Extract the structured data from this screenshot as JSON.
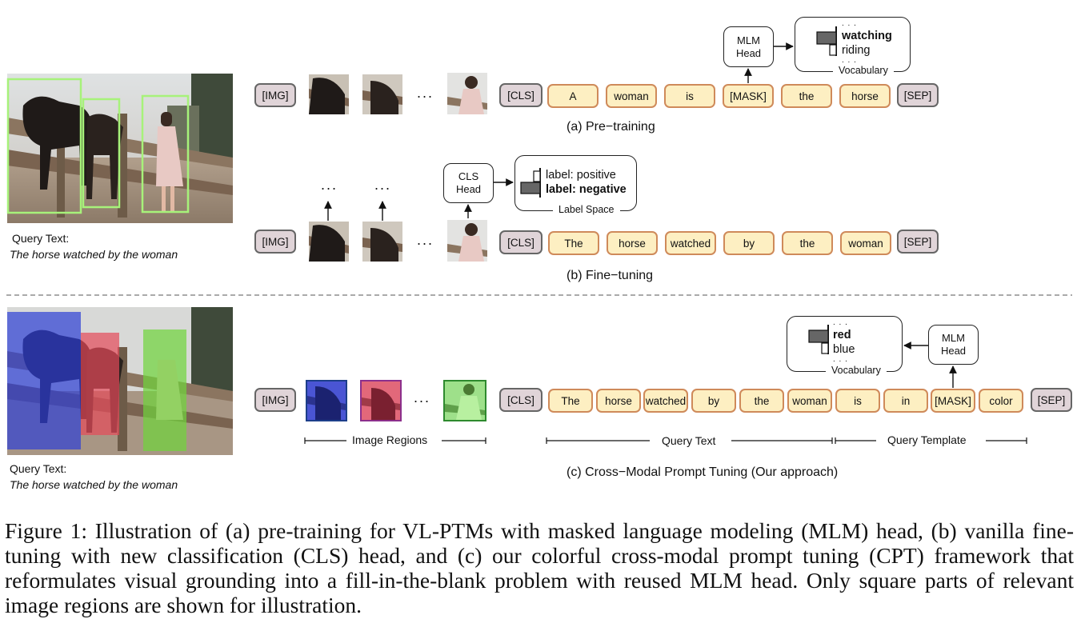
{
  "panel_a": {
    "tokens": [
      "[IMG]",
      "[CLS]",
      "A",
      "woman",
      "is",
      "[MASK]",
      "the",
      "horse",
      "[SEP]"
    ],
    "ellipsis": "...",
    "head": [
      "MLM",
      "Head"
    ],
    "vocab": {
      "words": [
        "watching",
        "riding"
      ],
      "label": "Vocabulary",
      "dots": ". . ."
    },
    "caption": "(a) Pre−training"
  },
  "panel_b": {
    "tokens": [
      "[IMG]",
      "[CLS]",
      "The",
      "horse",
      "watched",
      "by",
      "the",
      "woman",
      "[SEP]"
    ],
    "ellipsis": "...",
    "head": [
      "CLS",
      "Head"
    ],
    "labels": {
      "items": [
        "label: positive",
        "label: negative"
      ],
      "label": "Label Space"
    },
    "caption": "(b) Fine−tuning"
  },
  "panel_c": {
    "tokens": [
      "[IMG]",
      "[CLS]",
      "The",
      "horse",
      "watched",
      "by",
      "the",
      "woman",
      "is",
      "in",
      "[MASK]",
      "color",
      "[SEP]"
    ],
    "ellipsis": "...",
    "head": [
      "MLM",
      "Head"
    ],
    "vocab": {
      "words": [
        "red",
        "blue"
      ],
      "label": "Vocabulary",
      "dots": ". . ."
    },
    "span_image_regions": "Image Regions",
    "span_query_text": "Query Text",
    "span_query_template": "Query Template",
    "caption": "(c) Cross−Modal Prompt Tuning (Our approach)"
  },
  "query_top": {
    "label": "Query Text:",
    "text": "The horse watched by the woman"
  },
  "query_bottom": {
    "label": "Query Text:",
    "text": "The horse watched by the woman"
  },
  "region_colors": {
    "blue": "#2d3fd6",
    "red": "#e64a5a",
    "green": "#6fd43a",
    "box": "#a7f27a"
  },
  "figure_caption": "Figure 1: Illustration of (a) pre-training for VL-PTMs with masked language modeling (MLM) head, (b) vanilla fine-tuning with new classification (CLS) head, and (c) our colorful cross-modal prompt tuning (CPT) framework that reformulates visual grounding into a fill-in-the-blank problem with reused MLM head. Only square parts of relevant image regions are shown for illustration."
}
